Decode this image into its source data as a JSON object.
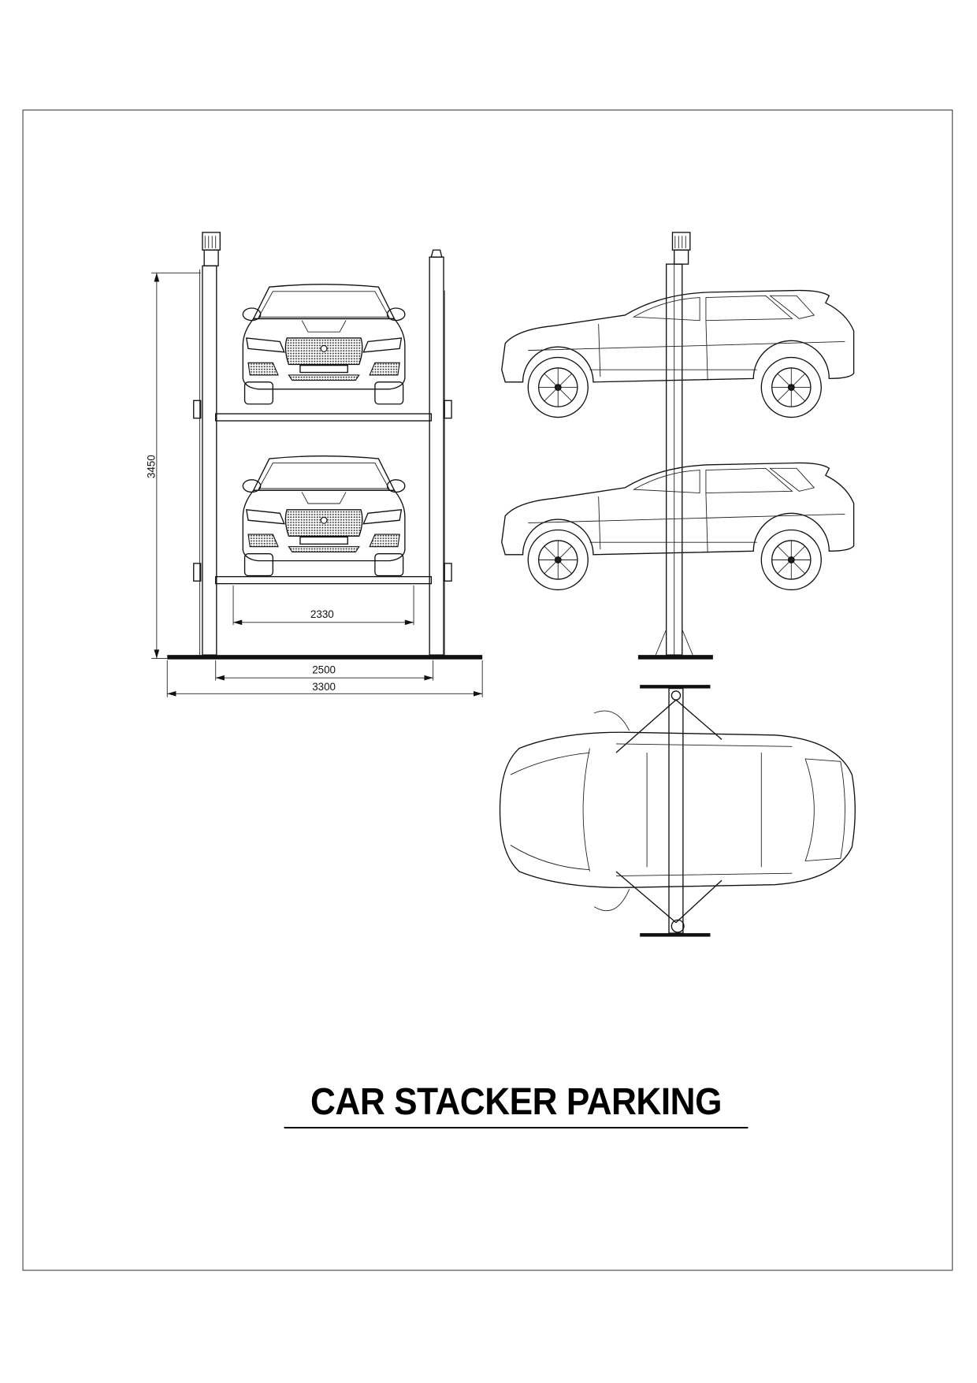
{
  "title": "CAR STACKER PARKING",
  "dimensions": {
    "height": "3450",
    "inner_width": "2330",
    "post_spacing": "2500",
    "overall_width": "3300"
  },
  "views": [
    "front-elevation",
    "side-elevation",
    "top-plan"
  ]
}
